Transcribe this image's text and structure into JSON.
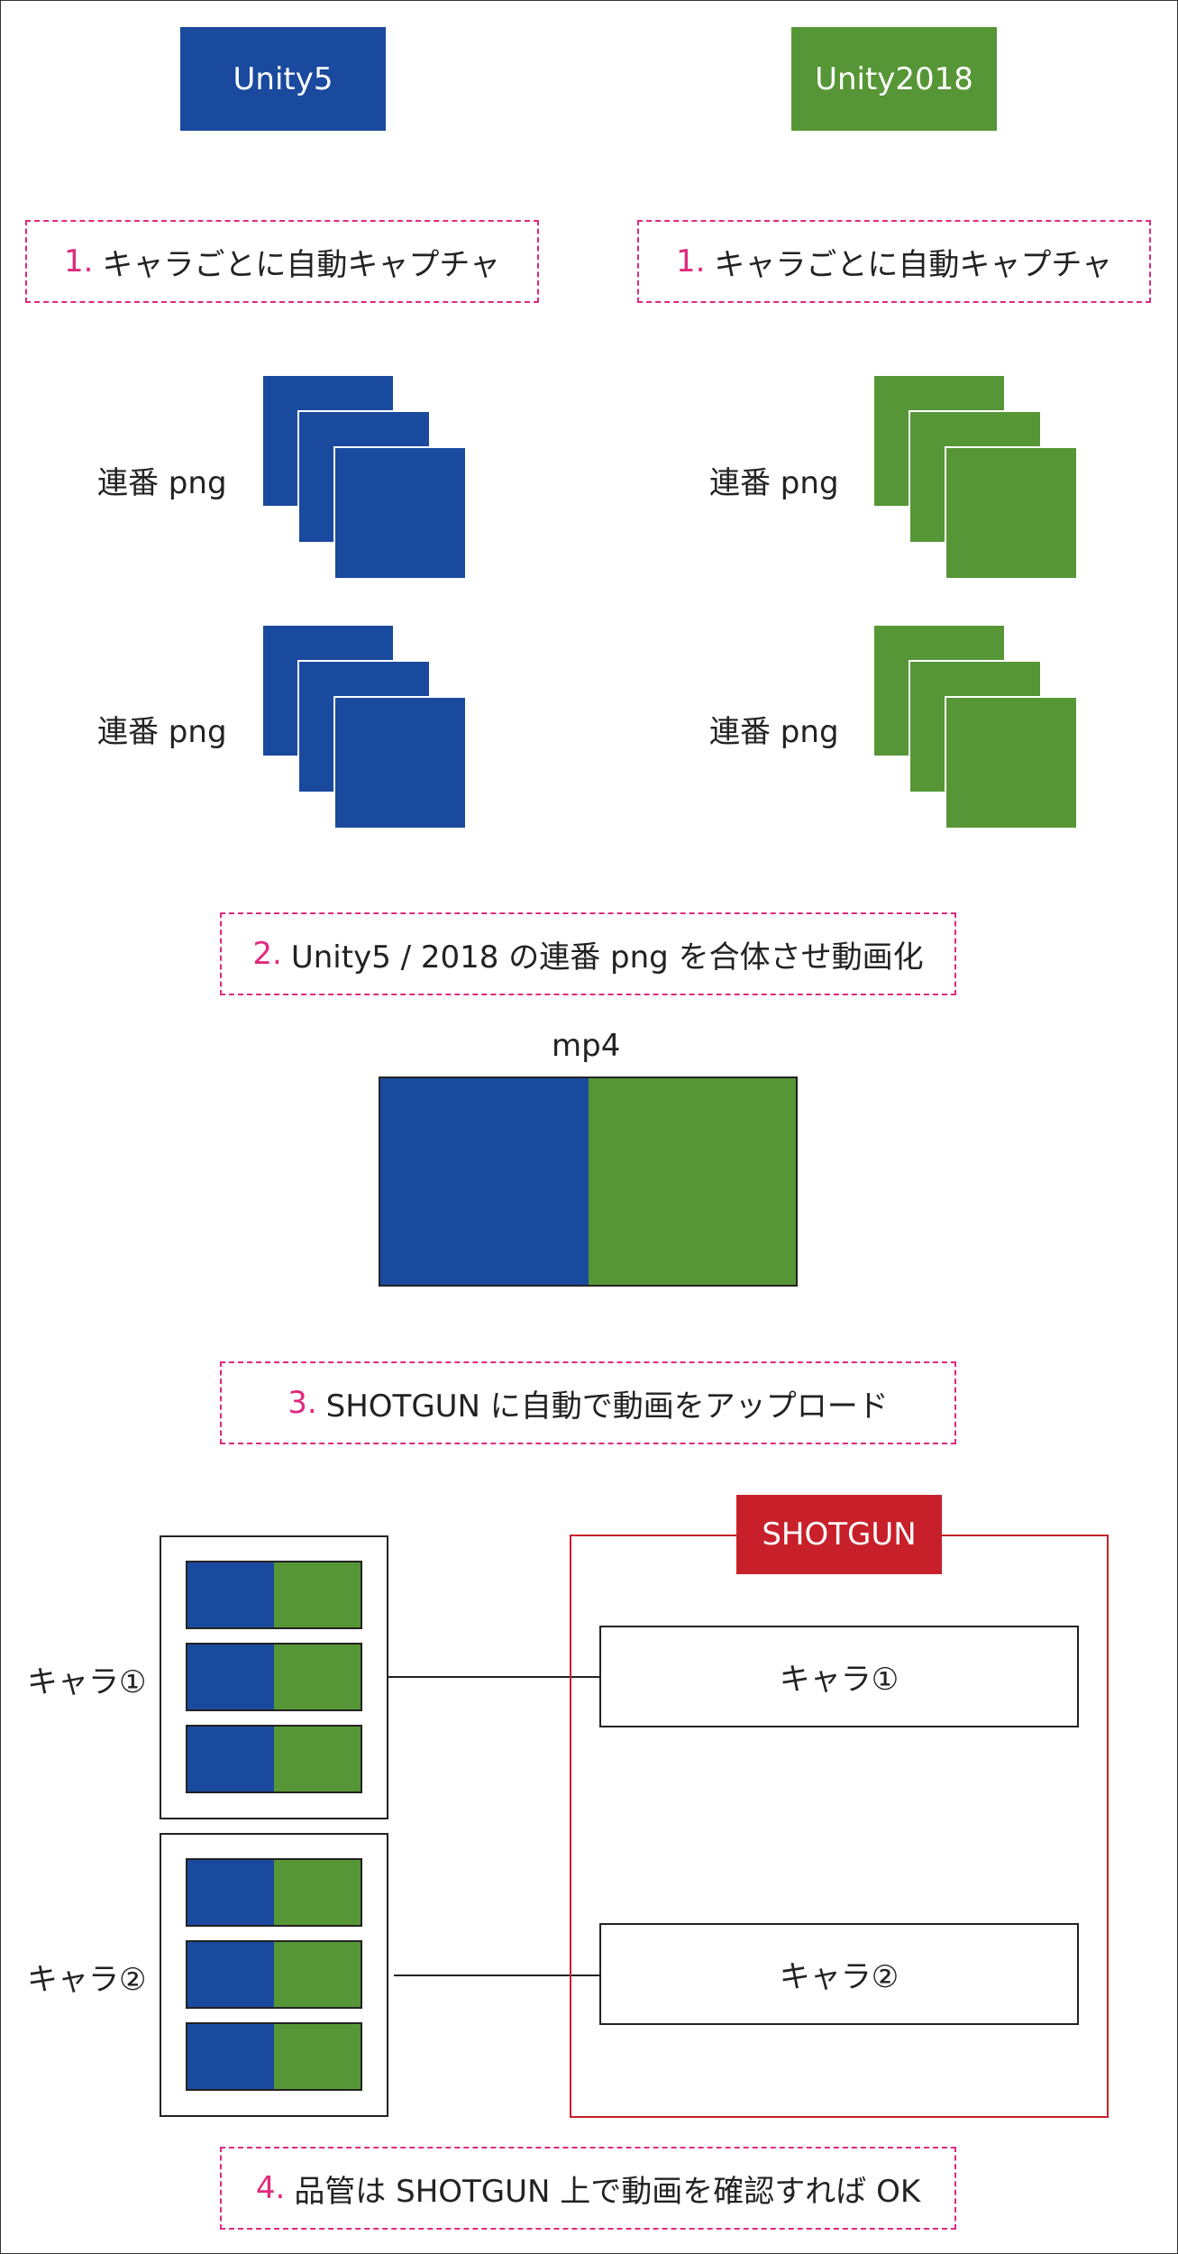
{
  "headers": {
    "left": {
      "label": "Unity5",
      "color": "#1a4a9e"
    },
    "right": {
      "label": "Unity2018",
      "color": "#579636"
    }
  },
  "steps": [
    {
      "num": "1.",
      "text": "キャラごとに自動キャプチャ"
    },
    {
      "num": "1.",
      "text": "キャラごとに自動キャプチャ"
    },
    {
      "num": "2.",
      "text": "Unity5 / 2018 の連番 png を合体させ動画化"
    },
    {
      "num": "3.",
      "text": "SHOTGUN に自動で動画をアップロード"
    },
    {
      "num": "4.",
      "text": "品管は SHOTGUN 上で動画を確認すれば OK"
    }
  ],
  "sequence_label": "連番 png",
  "mp4_label": "mp4",
  "characters": [
    "キャラ①",
    "キャラ②"
  ],
  "shotgun": {
    "title": "SHOTGUN",
    "items": [
      "キャラ①",
      "キャラ②"
    ],
    "color": "#c8202a"
  },
  "colors": {
    "step_accent": "#e0297e"
  }
}
